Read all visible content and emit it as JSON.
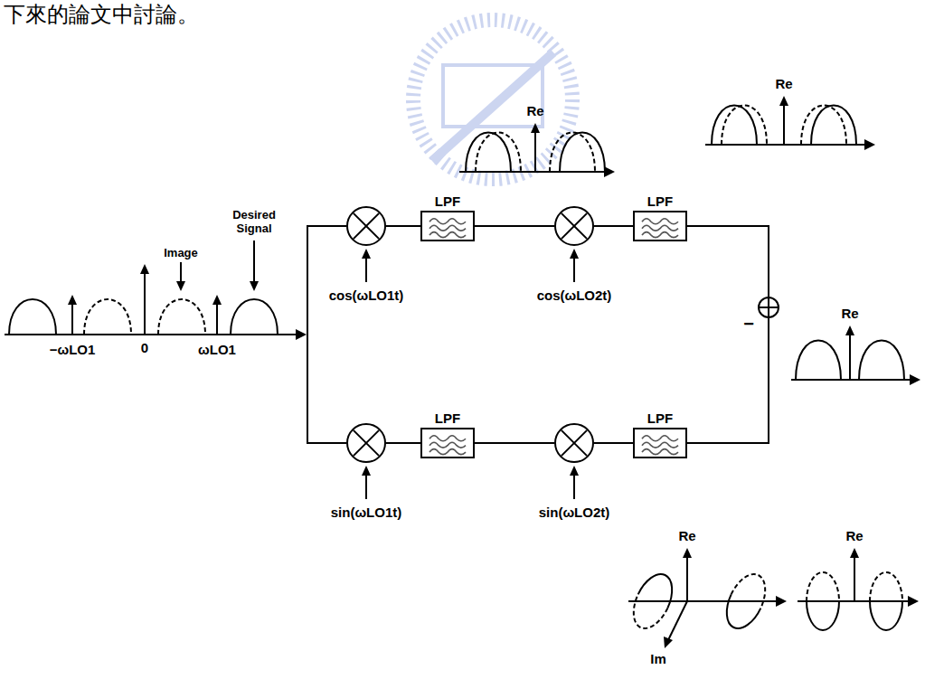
{
  "diagram": {
    "nodes": [
      {
        "text": [
          "cos(ωLO1t)"
        ]
      },
      {
        "text": [
          "LPF"
        ]
      },
      {
        "text": [
          "cos(ωLO2t)"
        ]
      },
      {
        "text": [
          "LPF"
        ]
      },
      {
        "text": [
          "−"
        ]
      },
      {
        "text": [
          "sin(ωLO1t)"
        ]
      },
      {
        "text": [
          "LPF"
        ]
      },
      {
        "text": [
          "sin(ωLO2t)"
        ]
      },
      {
        "text": [
          "LPF"
        ]
      }
    ],
    "edges": [
      {
        "from": 0,
        "to": 1,
        "arrow": "none"
      },
      {
        "from": 1,
        "to": 2,
        "arrow": "none"
      },
      {
        "from": 2,
        "to": 3,
        "arrow": "none"
      },
      {
        "from": 3,
        "to": 4,
        "arrow": "none"
      },
      {
        "from": 5,
        "to": 6,
        "arrow": "none"
      },
      {
        "from": 6,
        "to": 7,
        "arrow": "none"
      },
      {
        "from": 7,
        "to": 8,
        "arrow": "none"
      },
      {
        "from": 8,
        "to": 4,
        "arrow": "none"
      }
    ],
    "labels": [
      "下來的論文中討論。",
      "Image",
      "Desired Signal",
      "−ωLO1",
      "0",
      "ωLO1",
      "Re",
      "Re",
      "Re",
      "Re",
      "Im",
      "Re"
    ]
  }
}
